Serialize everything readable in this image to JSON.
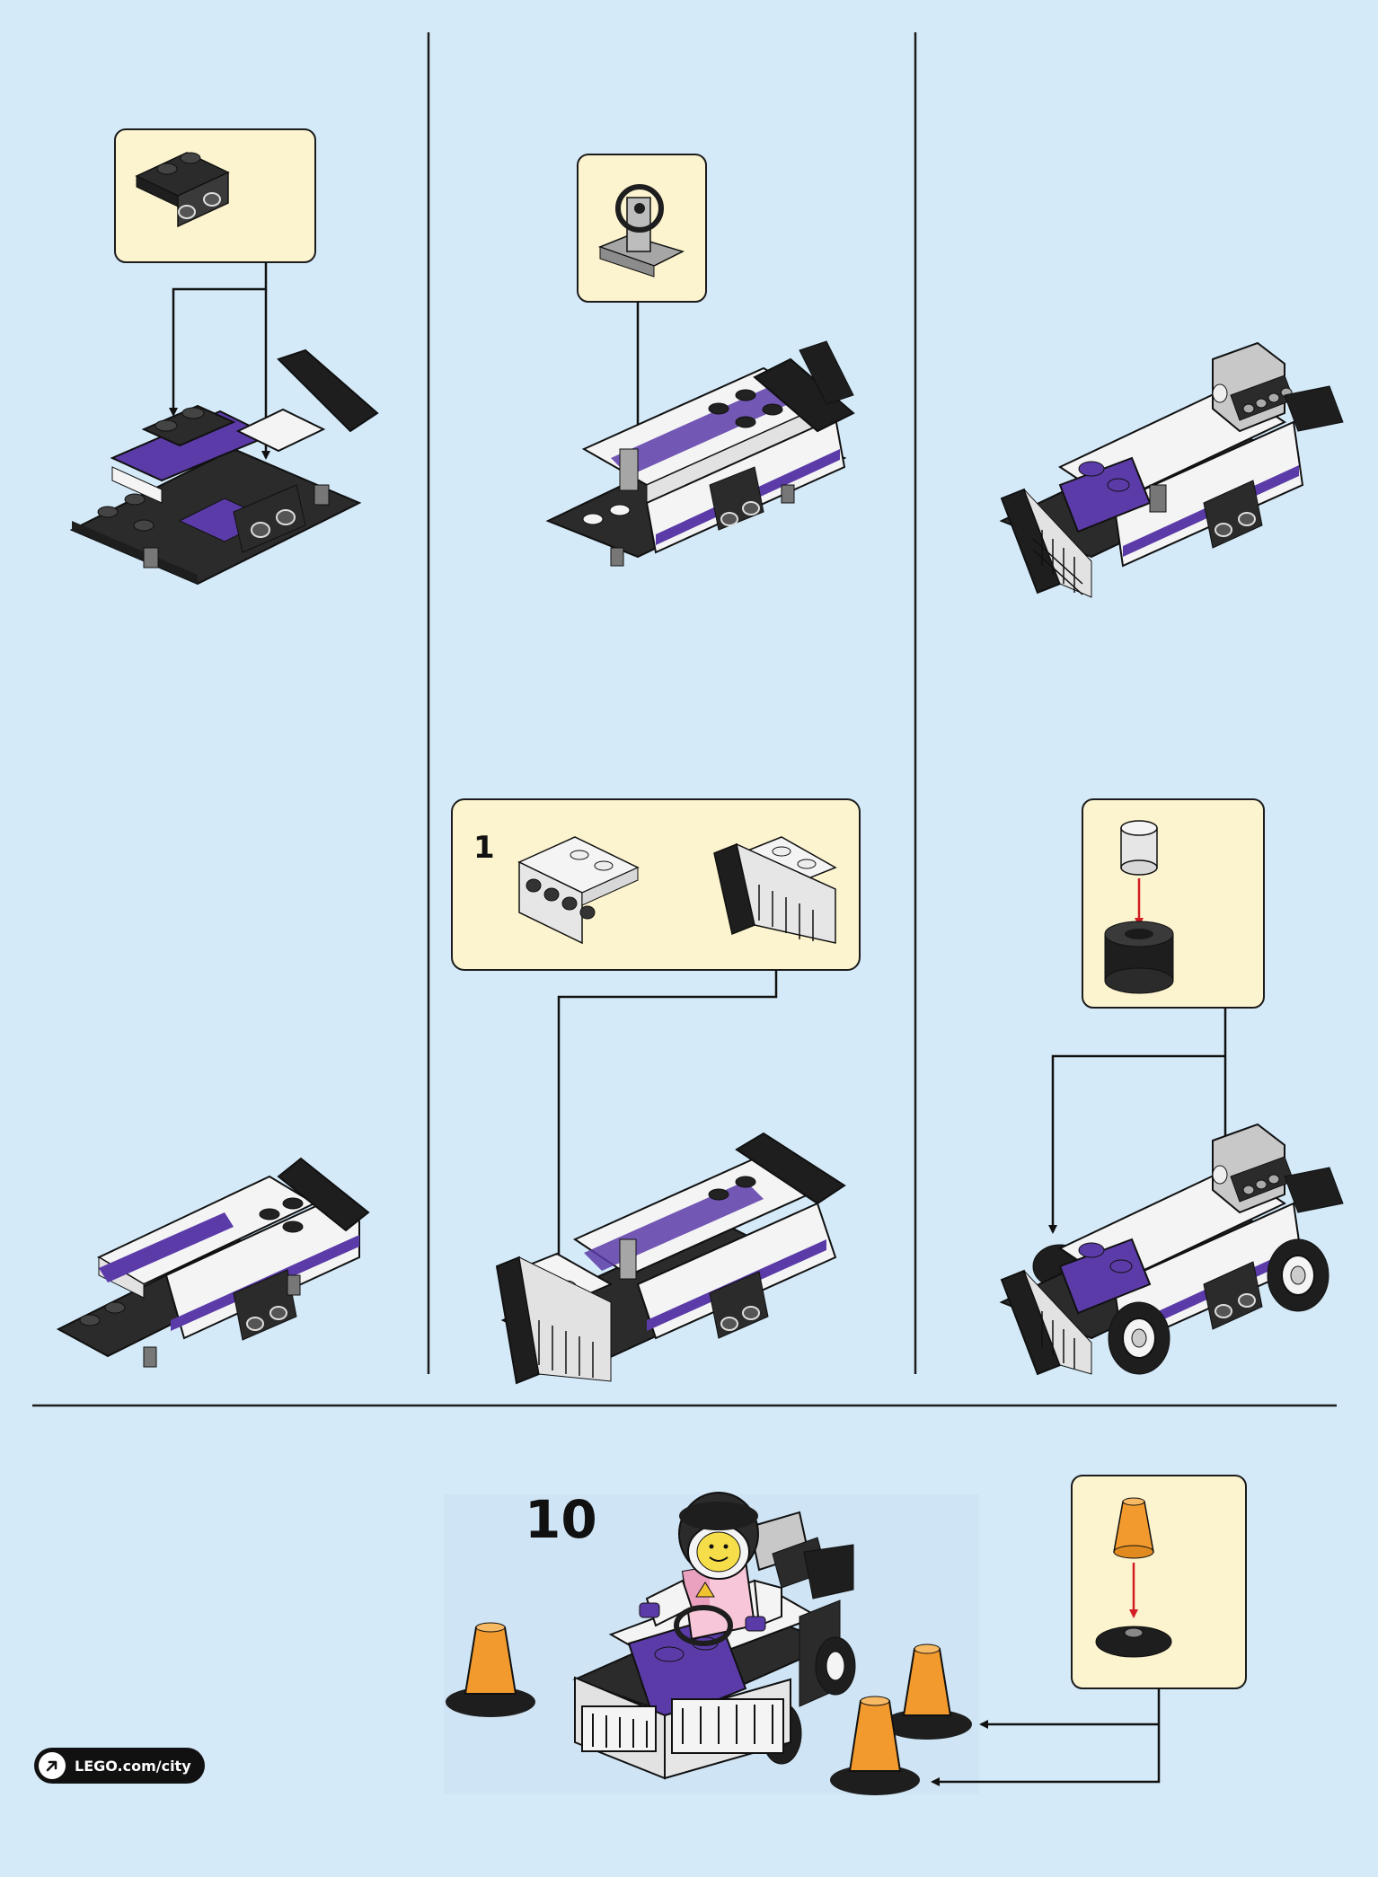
{
  "colors": {
    "background": "#d4eaf9",
    "callout": "#fcf4cf",
    "brick_black": "#2b2b2b",
    "brick_white": "#f4f4f4",
    "brick_purple": "#5b3ba8",
    "cone_orange": "#f29a2e",
    "trans_clear": "#c8c8c8"
  },
  "steps": {
    "sub_callout_number": "1",
    "final_step_number": "10"
  },
  "footer": {
    "link_text": "LEGO.com/city",
    "link_icon": "arrow-up-right-icon"
  }
}
